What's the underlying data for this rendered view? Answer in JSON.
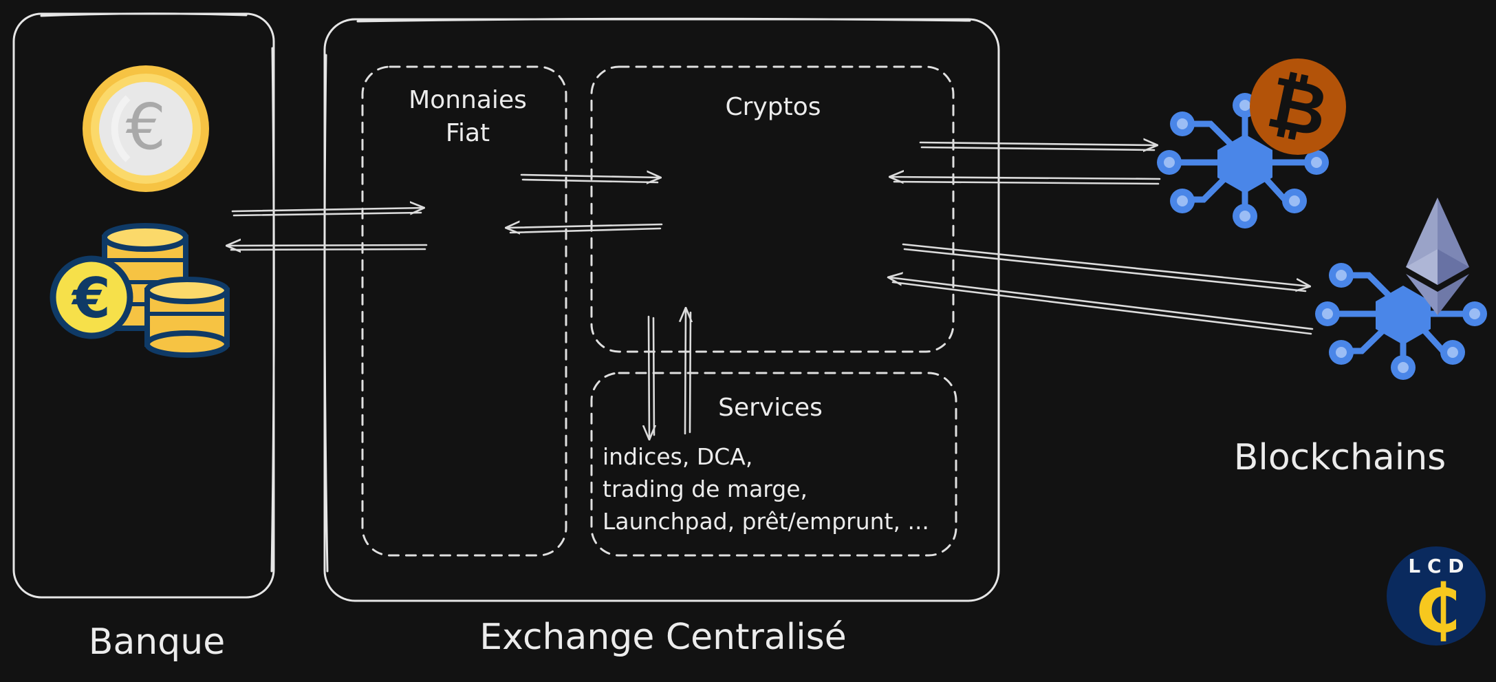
{
  "labels": {
    "bank": "Banque",
    "exchange": "Exchange Centralisé",
    "fiat_line1": "Monnaies",
    "fiat_line2": "Fiat",
    "cryptos": "Cryptos",
    "services_title": "Services",
    "services_line1": "indices, DCA,",
    "services_line2": "trading de marge,",
    "services_line3": "Launchpad, prêt/emprunt, ...",
    "blockchains": "Blockchains"
  },
  "logo": {
    "letters": "L C D",
    "symbol": "₵"
  },
  "icons": {
    "euro_coin": "euro-coin-icon",
    "euro_coin_stack": "euro-coin-stack-icon",
    "bitcoin": "bitcoin-icon",
    "ethereum": "ethereum-icon",
    "blockchain_network": "blockchain-network-icon"
  },
  "colors": {
    "background": "#121212",
    "stroke": "#e6e6e6",
    "network_blue": "#4a86e8",
    "bitcoin_orange": "#b35309",
    "coin_gold": "#f6c343",
    "coin_outline": "#0f3a66",
    "logo_navy": "#0a2a5e",
    "logo_yellow": "#f7c81e"
  }
}
